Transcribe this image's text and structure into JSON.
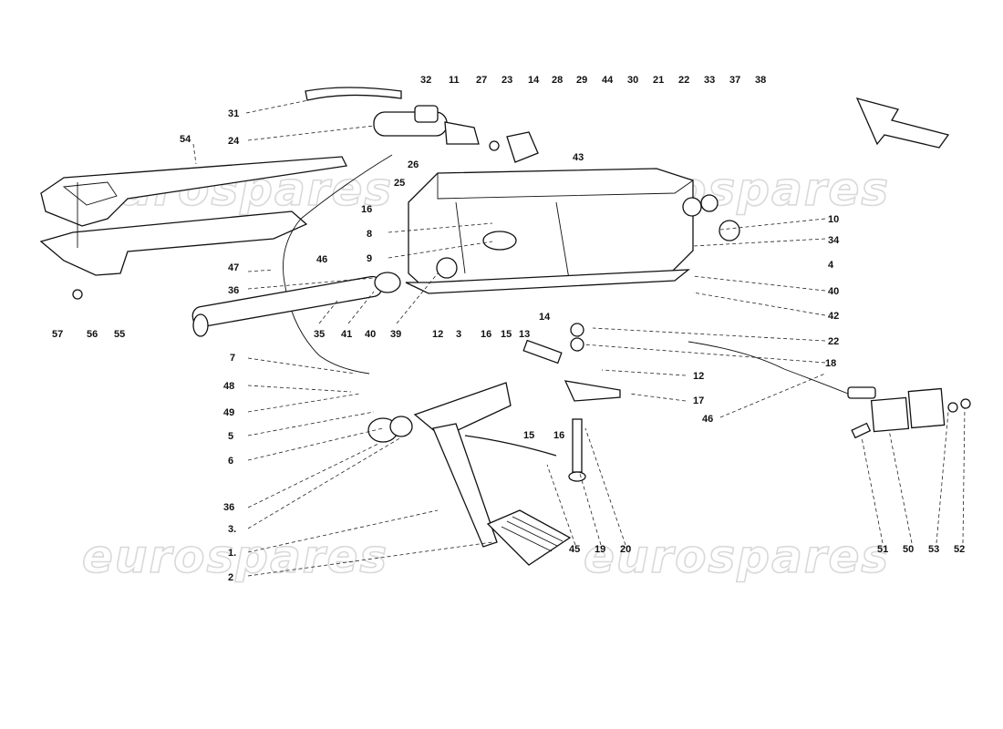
{
  "watermark": {
    "text": "eurospares"
  },
  "callouts": [
    {
      "n": "32"
    },
    {
      "n": "11"
    },
    {
      "n": "27"
    },
    {
      "n": "23"
    },
    {
      "n": "14"
    },
    {
      "n": "28"
    },
    {
      "n": "29"
    },
    {
      "n": "44"
    },
    {
      "n": "30"
    },
    {
      "n": "21"
    },
    {
      "n": "22"
    },
    {
      "n": "33"
    },
    {
      "n": "37"
    },
    {
      "n": "38"
    },
    {
      "n": "31"
    },
    {
      "n": "24"
    },
    {
      "n": "54"
    },
    {
      "n": "26"
    },
    {
      "n": "25"
    },
    {
      "n": "43"
    },
    {
      "n": "16"
    },
    {
      "n": "8"
    },
    {
      "n": "9"
    },
    {
      "n": "10"
    },
    {
      "n": "34"
    },
    {
      "n": "4"
    },
    {
      "n": "40"
    },
    {
      "n": "42"
    },
    {
      "n": "46"
    },
    {
      "n": "47"
    },
    {
      "n": "36"
    },
    {
      "n": "57"
    },
    {
      "n": "56"
    },
    {
      "n": "55"
    },
    {
      "n": "35"
    },
    {
      "n": "41"
    },
    {
      "n": "40"
    },
    {
      "n": "39"
    },
    {
      "n": "12"
    },
    {
      "n": "3"
    },
    {
      "n": "16"
    },
    {
      "n": "15"
    },
    {
      "n": "13"
    },
    {
      "n": "14"
    },
    {
      "n": "22"
    },
    {
      "n": "18"
    },
    {
      "n": "12"
    },
    {
      "n": "17"
    },
    {
      "n": "46"
    },
    {
      "n": "7"
    },
    {
      "n": "48"
    },
    {
      "n": "49"
    },
    {
      "n": "5"
    },
    {
      "n": "6"
    },
    {
      "n": "15"
    },
    {
      "n": "16"
    },
    {
      "n": "36"
    },
    {
      "n": "3."
    },
    {
      "n": "1."
    },
    {
      "n": "2"
    },
    {
      "n": "45"
    },
    {
      "n": "19"
    },
    {
      "n": "20"
    },
    {
      "n": "51"
    },
    {
      "n": "50"
    },
    {
      "n": "53"
    },
    {
      "n": "52"
    }
  ]
}
